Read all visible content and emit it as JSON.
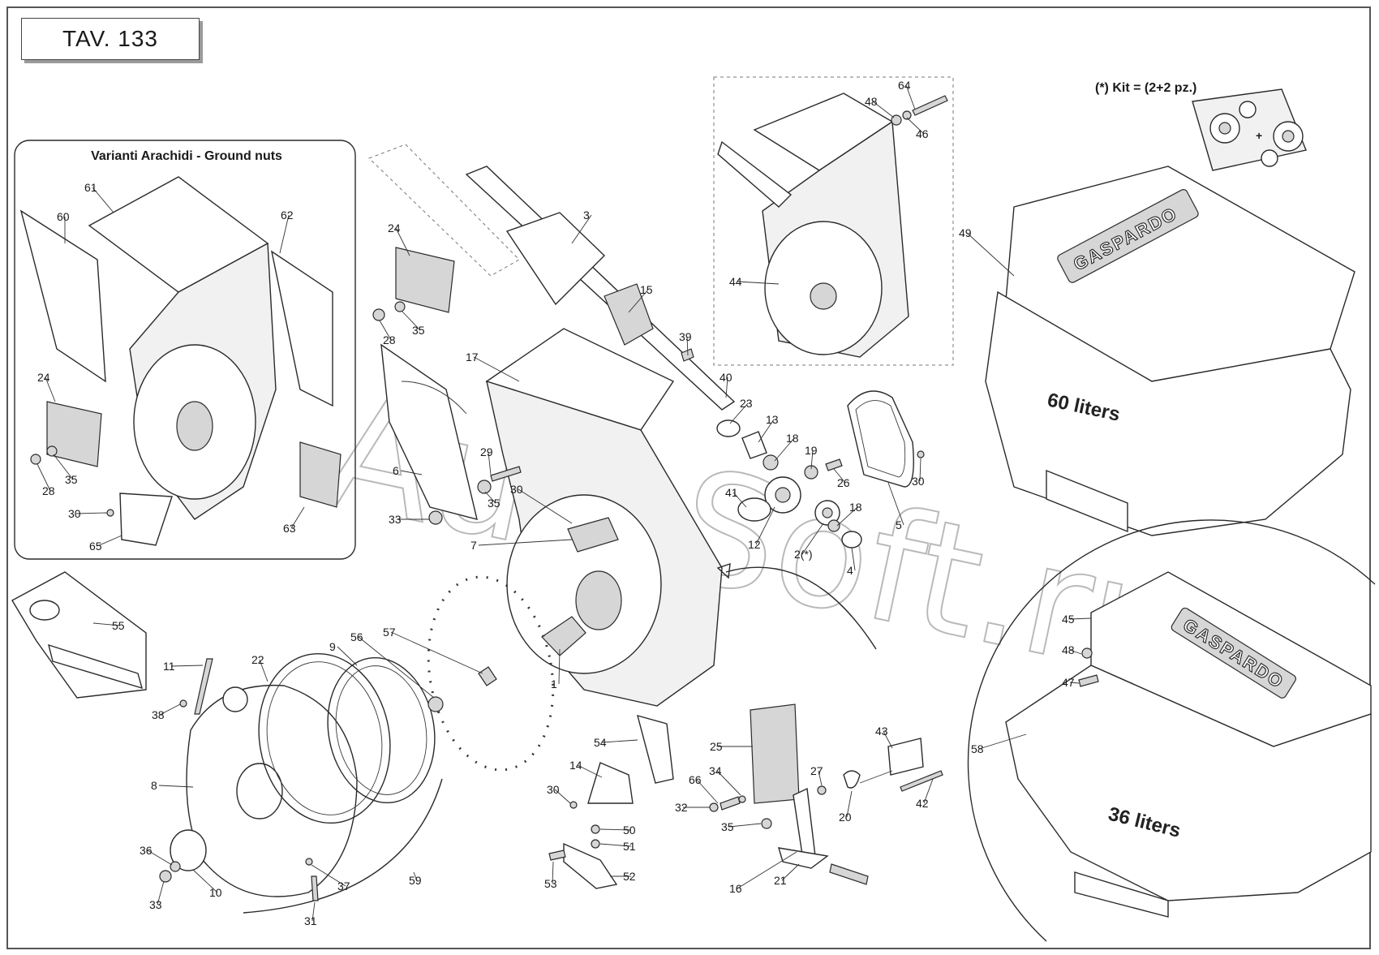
{
  "title": "TAV.  133",
  "variant_title": "Varianti Arachidi - Ground nuts",
  "kit_note": "(*) Kit = (2+2 pz.)",
  "hopper_large_label": "60 liters",
  "hopper_small_label": "36 liters",
  "brand_text": "GASPARDO",
  "watermark_text": "AutoSoft.ru",
  "callouts": {
    "c3": "3",
    "c15": "15",
    "c39": "39",
    "c40": "40",
    "c17": "17",
    "c23": "23",
    "c13": "13",
    "c18a": "18",
    "c19": "19",
    "c26": "26",
    "c41": "41",
    "c12": "12",
    "c2": "2(*)",
    "c18b": "18",
    "c4": "4",
    "c5": "5",
    "c30r": "30",
    "c24m": "24",
    "c28m": "28",
    "c35m": "35",
    "c29": "29",
    "c6": "6",
    "c35b": "35",
    "c33m": "33",
    "c30m": "30",
    "c7": "7",
    "c1": "1",
    "c44": "44",
    "c48t": "48",
    "c64": "64",
    "c46": "46",
    "c49": "49",
    "c45": "45",
    "c48s": "48",
    "c47": "47",
    "c58": "58",
    "c61": "61",
    "c60": "60",
    "c62": "62",
    "c24v": "24",
    "c28v": "28",
    "c35v": "35",
    "c30v": "30",
    "c65": "65",
    "c63": "63",
    "c55": "55",
    "c11": "11",
    "c38": "38",
    "c22": "22",
    "c9": "9",
    "c56": "56",
    "c57": "57",
    "c8": "8",
    "c36": "36",
    "c33b": "33",
    "c10": "10",
    "c37": "37",
    "c31": "31",
    "c59": "59",
    "c54": "54",
    "c14": "14",
    "c30b": "30",
    "c50": "50",
    "c51": "51",
    "c53": "53",
    "c52": "52",
    "c25": "25",
    "c66": "66",
    "c34": "34",
    "c32": "32",
    "c35l": "35",
    "c16": "16",
    "c21": "21",
    "c27": "27",
    "c20": "20",
    "c43": "43",
    "c42": "42"
  }
}
